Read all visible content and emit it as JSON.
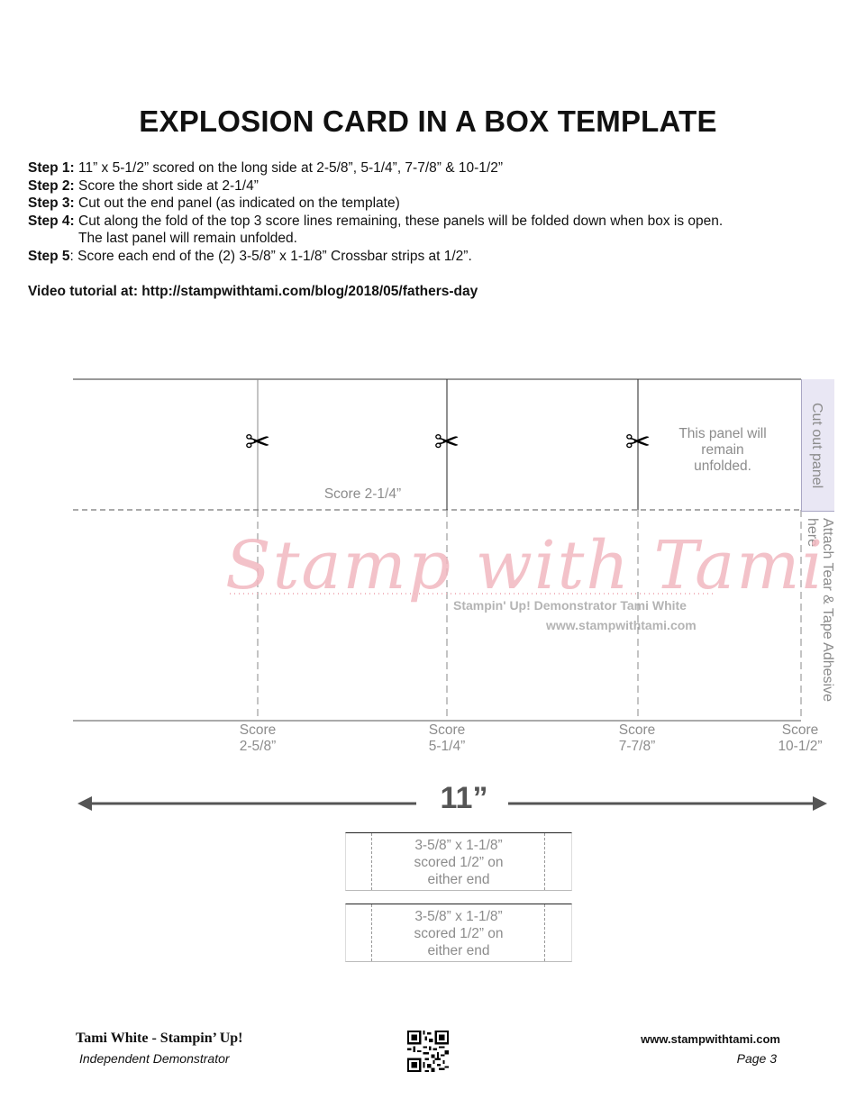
{
  "title": "EXPLOSION CARD IN A BOX TEMPLATE",
  "steps": [
    {
      "label": "Step 1:",
      "text": " 11” x 5-1/2” scored on the long side at 2-5/8”, 5-1/4”, 7-7/8” & 10-1/2”"
    },
    {
      "label": "Step 2:",
      "text": " Score the short side at 2-1/4”"
    },
    {
      "label": "Step 3:",
      "text": " Cut out the end panel (as indicated on the template)"
    },
    {
      "label": "Step 4:",
      "text": " Cut along the fold of the top 3 score lines remaining, these panels will be folded down when box is open.",
      "continuation": "The last panel will remain unfolded."
    },
    {
      "label": "Step 5",
      "text": ": Score each end of the (2)  3-5/8” x 1-1/8” Crossbar strips at 1/2”."
    }
  ],
  "video_tutorial": "Video tutorial at: http://stampwithtami.com/blog/2018/05/fathers-day",
  "template": {
    "unfolded_panel_note": [
      "This panel will",
      "remain",
      "unfolded."
    ],
    "short_score_label": "Score 2-1/4”",
    "cut_out_panel_label": "Cut out panel",
    "adhesive_label": "Attach Tear & Tape Adhesive here",
    "score_labels": [
      {
        "line1": "Score",
        "line2": "2-5/8”"
      },
      {
        "line1": "Score",
        "line2": "5-1/4”"
      },
      {
        "line1": "Score",
        "line2": "7-7/8”"
      },
      {
        "line1": "Score",
        "line2": "10-1/2”"
      }
    ],
    "scissors_icon": "✂",
    "width_dimension": "11”"
  },
  "watermark": {
    "script": "Stamp with Tami",
    "line1": "Stampin' Up! Demonstrator Tami White",
    "line2": "www.stampwithtami.com"
  },
  "crossbar_strips": [
    {
      "line1": "3-5/8” x 1-1/8”",
      "line2": "scored 1/2” on",
      "line3": "either end"
    },
    {
      "line1": "3-5/8” x 1-1/8”",
      "line2": "scored 1/2” on",
      "line3": "either end"
    }
  ],
  "footer": {
    "name": "Tami White - Stampin’ Up!",
    "subtitle": "Independent Demonstrator",
    "url": "www.stampwithtami.com",
    "page": "Page  3"
  }
}
